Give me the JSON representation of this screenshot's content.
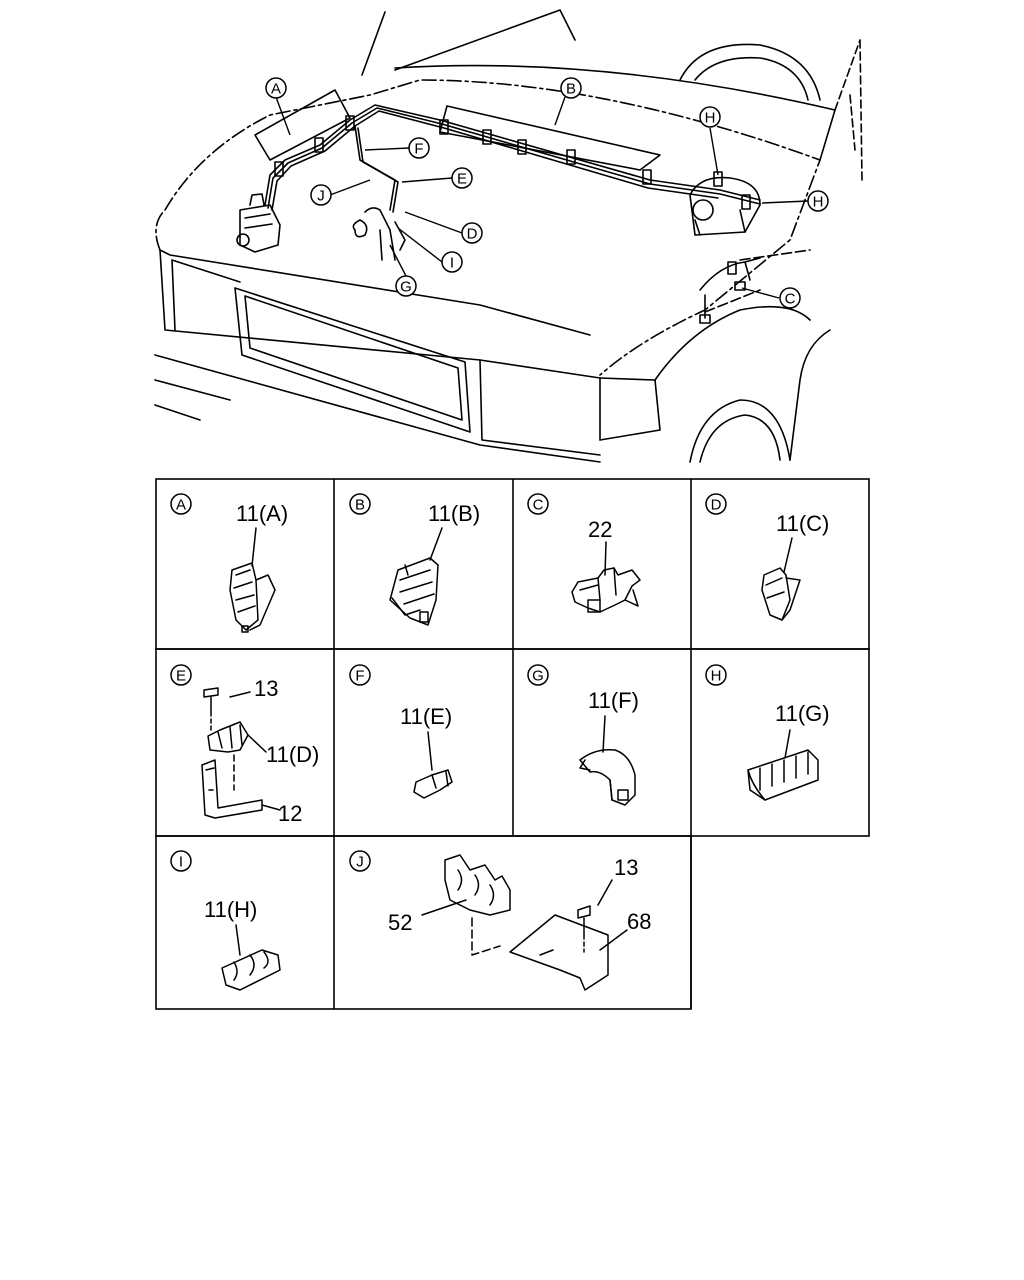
{
  "overview": {
    "callouts": [
      "A",
      "B",
      "C",
      "D",
      "E",
      "F",
      "G",
      "H",
      "H",
      "I",
      "J"
    ]
  },
  "details": [
    {
      "id": "A",
      "parts": [
        "11(A)"
      ]
    },
    {
      "id": "B",
      "parts": [
        "11(B)"
      ]
    },
    {
      "id": "C",
      "parts": [
        "22"
      ]
    },
    {
      "id": "D",
      "parts": [
        "11(C)"
      ]
    },
    {
      "id": "E",
      "parts": [
        "13",
        "11(D)",
        "12"
      ]
    },
    {
      "id": "F",
      "parts": [
        "11(E)"
      ]
    },
    {
      "id": "G",
      "parts": [
        "11(F)"
      ]
    },
    {
      "id": "H",
      "parts": [
        "11(G)"
      ]
    },
    {
      "id": "I",
      "parts": [
        "11(H)"
      ]
    },
    {
      "id": "J",
      "parts": [
        "52",
        "13",
        "68"
      ]
    }
  ]
}
